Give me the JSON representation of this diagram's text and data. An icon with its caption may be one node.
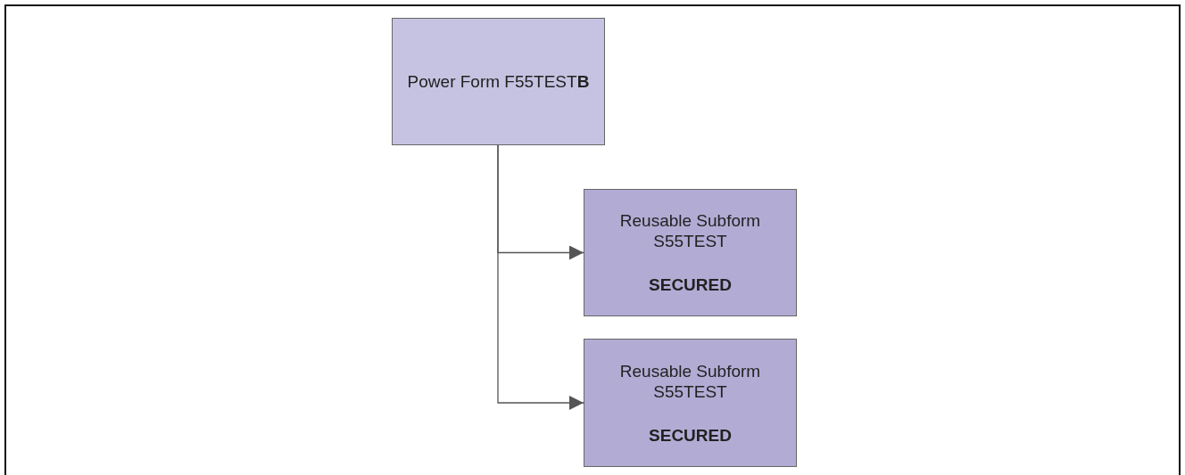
{
  "diagram": {
    "nodes": [
      {
        "text": [
          "Power Form F55TEST**B**"
        ]
      },
      {
        "text": [
          "Reusable Subform S55TEST",
          "SECURED"
        ]
      },
      {
        "text": [
          "Reusable Subform S55TEST",
          "SECURED"
        ]
      }
    ],
    "edges": [
      {
        "from": 0,
        "to": 1,
        "arrow": "to"
      },
      {
        "from": 0,
        "to": 2,
        "arrow": "to"
      }
    ]
  }
}
